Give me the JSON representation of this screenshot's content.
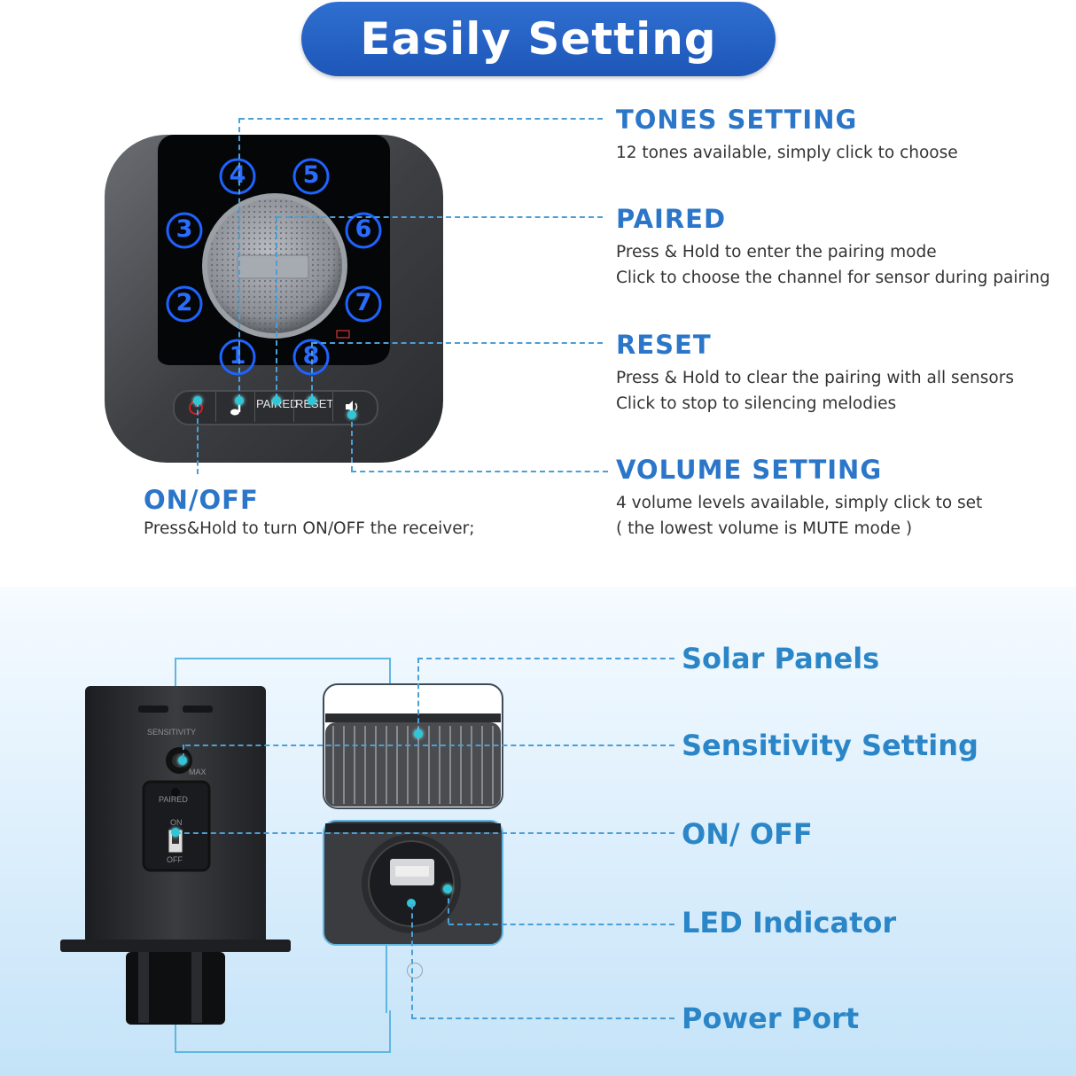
{
  "title": "Easily Setting",
  "receiver": {
    "buttons": [
      "4",
      "5",
      "3",
      "6",
      "2",
      "7",
      "1",
      "8"
    ],
    "bar": {
      "power_icon": "power-icon",
      "tone_icon": "music-note-icon",
      "paired_label": "PAIRED",
      "reset_label": "RESET",
      "volume_icon": "speaker-icon"
    }
  },
  "features": [
    {
      "heading": "TONES SETTING",
      "lines": [
        "12 tones available, simply click to choose"
      ]
    },
    {
      "heading": "PAIRED",
      "lines": [
        "Press & Hold to enter the pairing mode",
        "Click to choose the channel for sensor during pairing"
      ]
    },
    {
      "heading": "RESET",
      "lines": [
        "Press & Hold to clear the pairing with all sensors",
        "Click to stop to silencing melodies"
      ]
    },
    {
      "heading": "VOLUME SETTING",
      "lines": [
        "4 volume levels available, simply click to set",
        "( the lowest volume is MUTE mode )"
      ]
    }
  ],
  "onoff": {
    "heading": "ON/OFF",
    "text": "Press&Hold to turn ON/OFF the receiver;"
  },
  "sensor": {
    "labels": {
      "sensitivity": "SENSITIVITY",
      "max": "MAX",
      "paired": "PAIRED",
      "on": "ON",
      "off": "OFF"
    },
    "callouts": [
      "Solar Panels",
      "Sensitivity Setting",
      "ON/ OFF",
      "LED Indicator",
      "Power Port"
    ]
  },
  "colors": {
    "accent": "#2b76c9",
    "pill": "#1d57b8",
    "dot": "#2fc7d8",
    "button_glow": "#1e63ff"
  }
}
